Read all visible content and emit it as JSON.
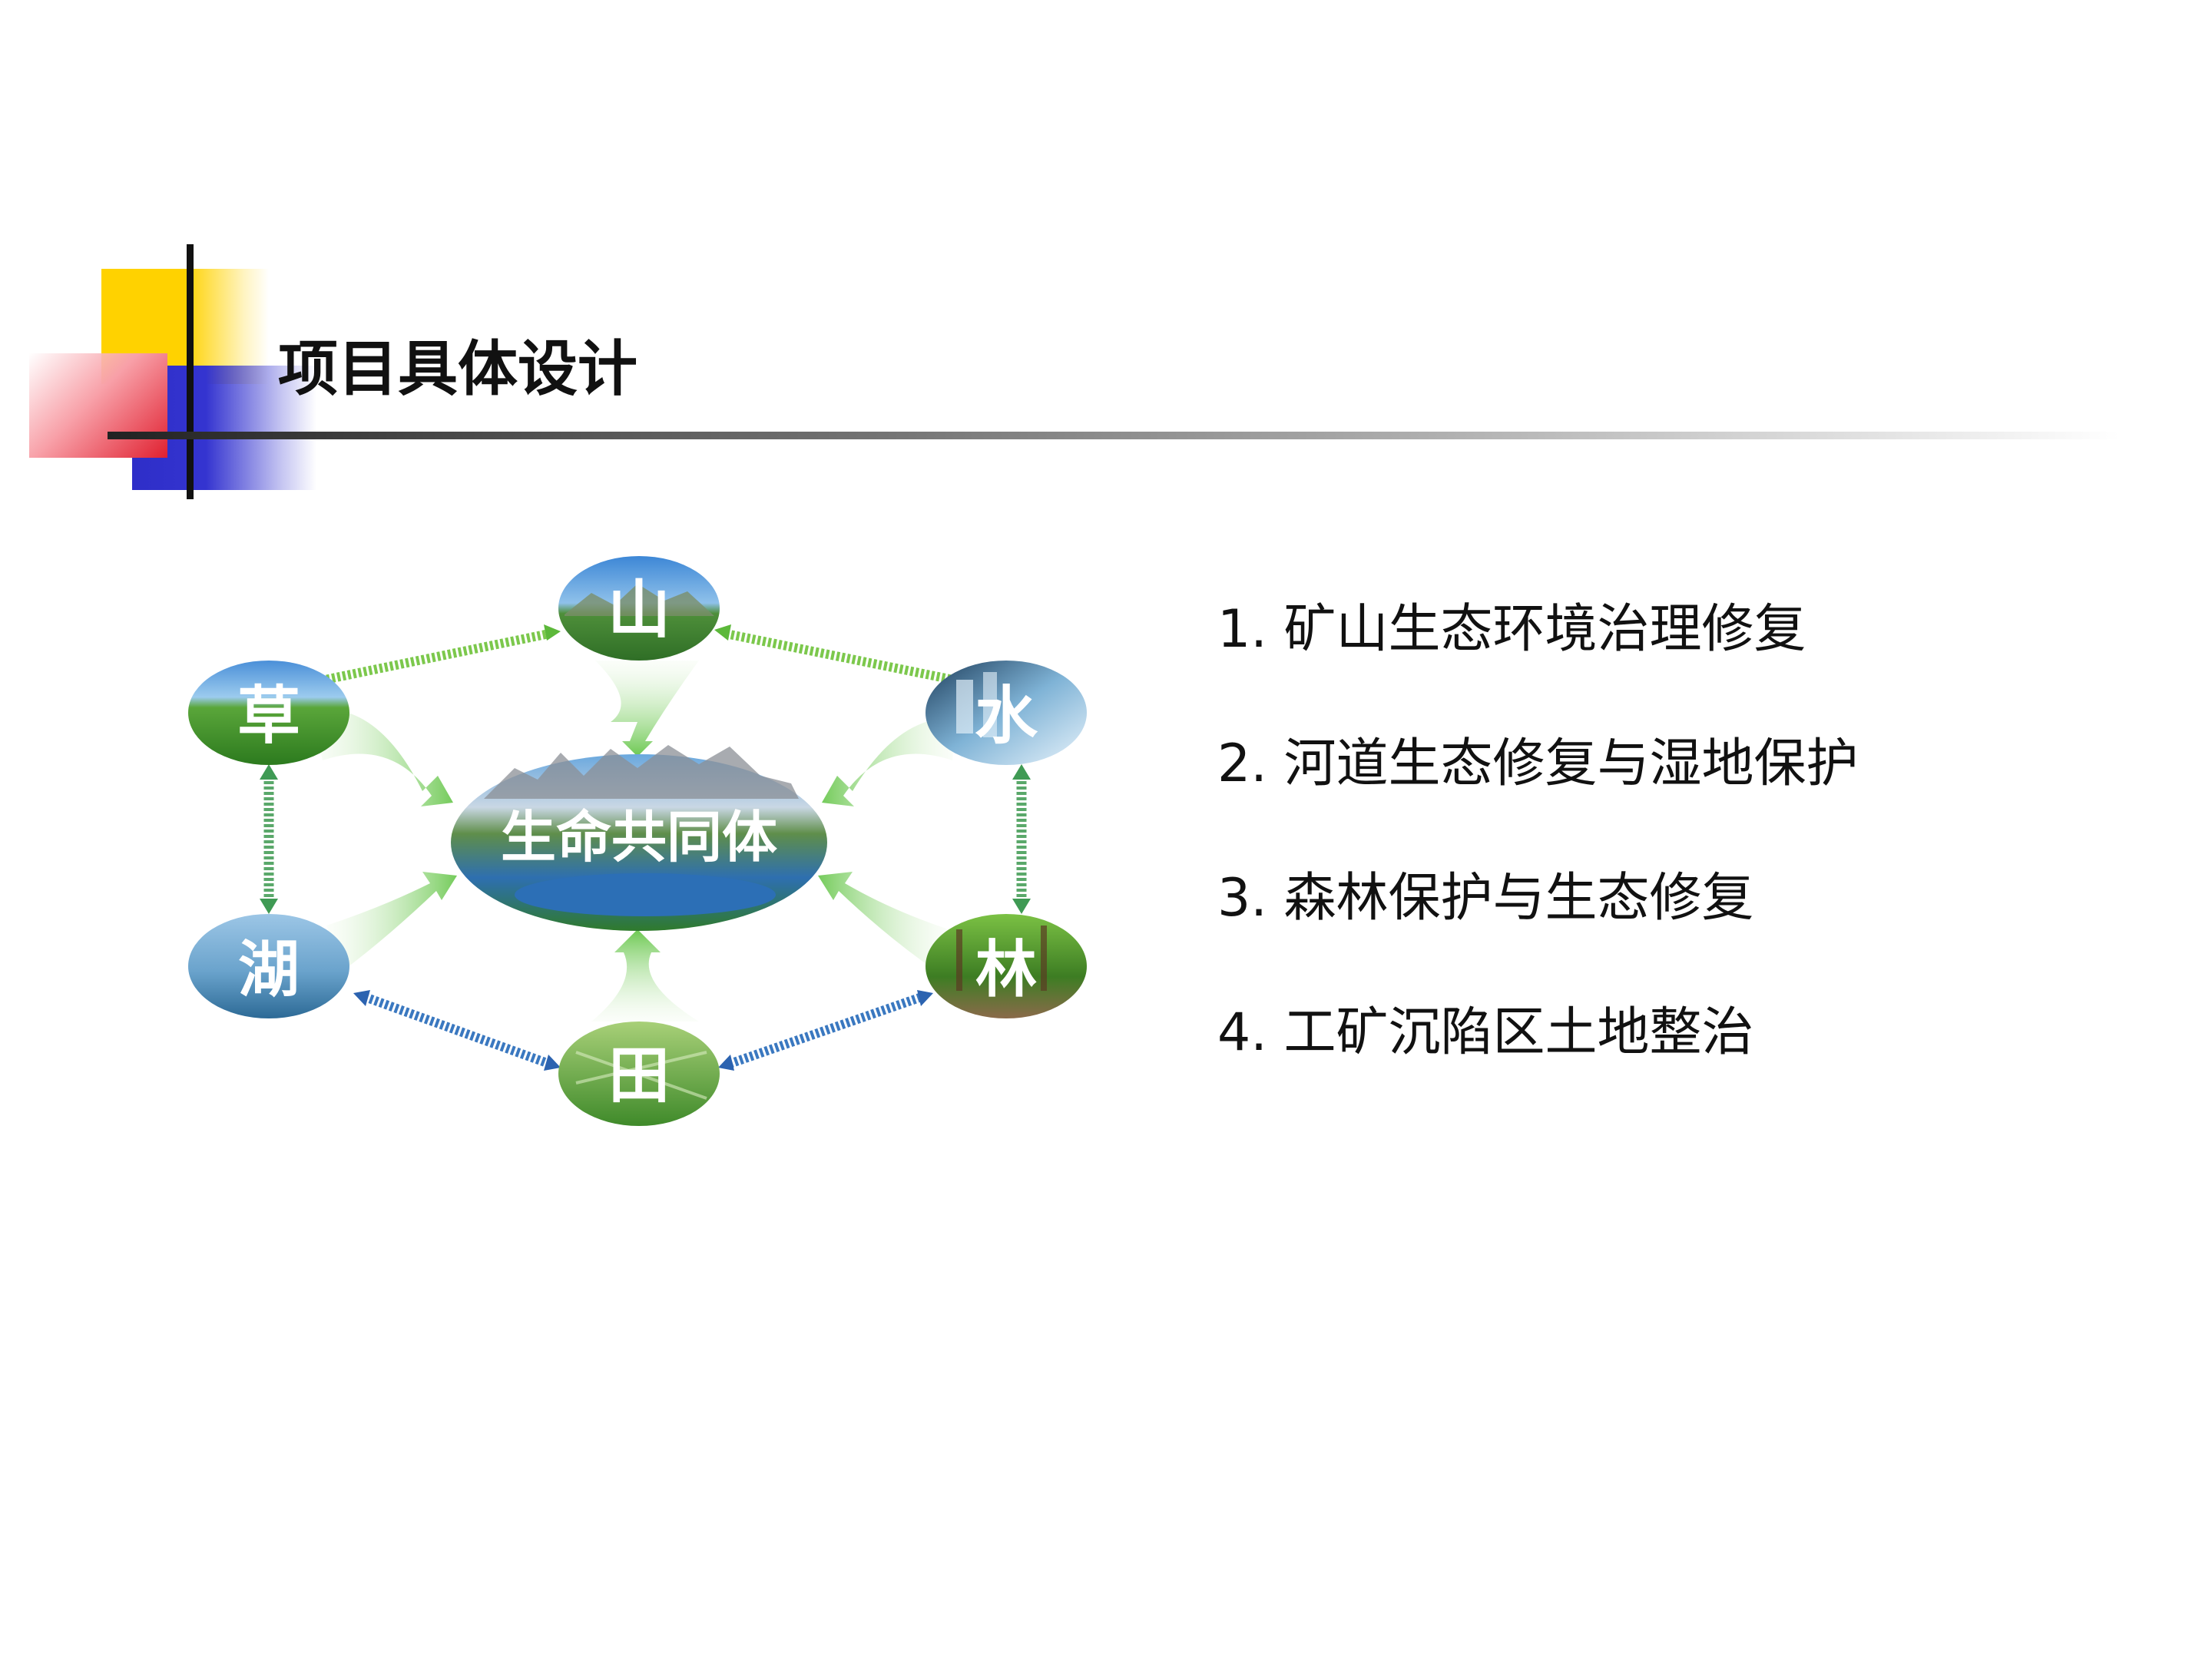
{
  "title": "项目具体设计",
  "diagram": {
    "center": "生命共同体",
    "nodes": {
      "mountain": "山",
      "water": "水",
      "forest": "林",
      "field": "田",
      "lake": "湖",
      "grass": "草"
    }
  },
  "items": [
    "1. 矿山生态环境治理修复",
    "2. 河道生态修复与湿地保护",
    "3. 森林保护与生态修复",
    "4. 工矿沉陷区土地整治"
  ]
}
